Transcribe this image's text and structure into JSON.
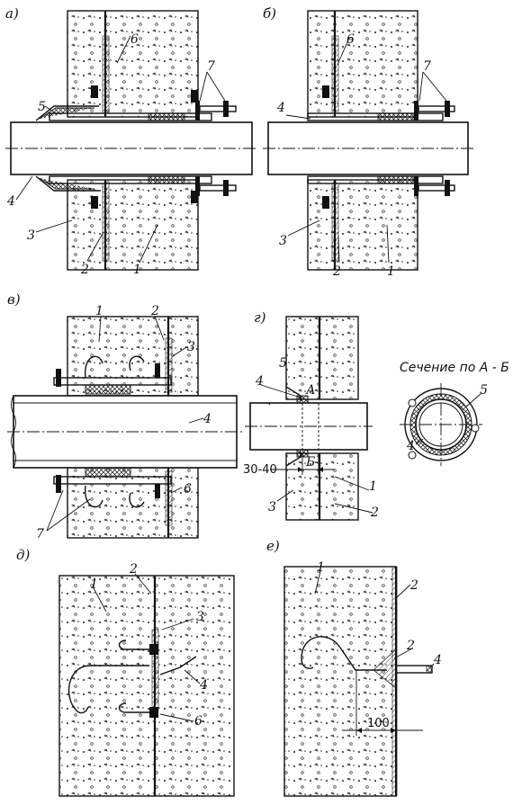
{
  "panels": {
    "a": "а)",
    "b": "б)",
    "v": "в)",
    "g": "г)",
    "d": "д)",
    "e": "е)"
  },
  "labels": {
    "n1": "1",
    "n2": "2",
    "n3": "3",
    "n4": "4",
    "n5": "5",
    "n6": "6",
    "n7": "7",
    "marker_a": "А",
    "marker_b": "Б"
  },
  "section_title": "Сечение по А - Б",
  "dimensions": {
    "gap": "30-40",
    "offset": "100"
  }
}
